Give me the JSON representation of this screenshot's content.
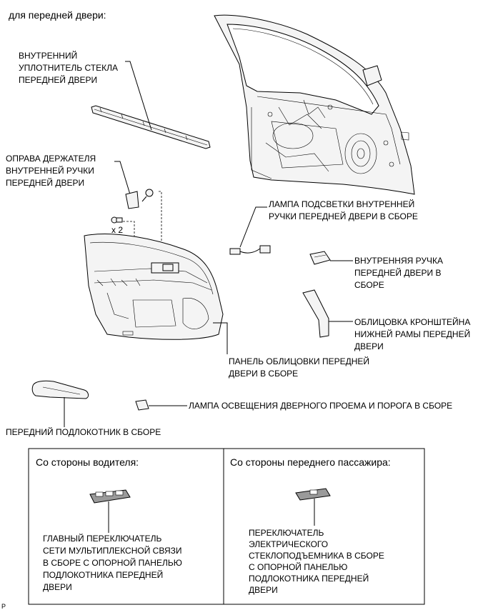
{
  "heading": "для передней двери:",
  "labels": {
    "glass_weatherstrip": [
      "ВНУТРЕННИЙ",
      "УПЛОТНИТЕЛЬ СТЕКЛА",
      "ПЕРЕДНЕЙ ДВЕРИ"
    ],
    "handle_bezel": [
      "ОПРАВА ДЕРЖАТЕЛЯ",
      "ВНУТРЕННЕЙ РУЧКИ",
      "ПЕРЕДНЕЙ ДВЕРИ"
    ],
    "clip_count": "x 2",
    "handle_lamp": [
      "ЛАМПА ПОДСВЕТКИ ВНУТРЕННЕЙ",
      "РУЧКИ ПЕРЕДНЕЙ ДВЕРИ В СБОРЕ"
    ],
    "inside_handle": [
      "ВНУТРЕННЯЯ РУЧКА",
      "ПЕРЕДНЕЙ ДВЕРИ В",
      "СБОРЕ"
    ],
    "bracket_garnish": [
      "ОБЛИЦОВКА КРОНШТЕЙНА",
      "НИЖНЕЙ РАМЫ ПЕРЕДНЕЙ",
      "ДВЕРИ"
    ],
    "trim_panel": [
      "ПАНЕЛЬ ОБЛИЦОВКИ ПЕРЕДНЕЙ",
      "ДВЕРИ В СБОРЕ"
    ],
    "courtesy_lamp": [
      "ЛАМПА ОСВЕЩЕНИЯ ДВЕРНОГО ПРОЕМА И ПОРОГА В СБОРЕ"
    ],
    "armrest": [
      "ПЕРЕДНИЙ ПОДЛОКОТНИК В СБОРЕ"
    ]
  },
  "table": {
    "driver_header": "Со стороны водителя:",
    "passenger_header": "Со стороны переднего пассажира:",
    "driver_switch": [
      "ГЛАВНЫЙ ПЕРЕКЛЮЧАТЕЛЬ",
      "СЕТИ МУЛЬТИПЛЕКСНОЙ СВЯЗИ",
      "В СБОРЕ С ОПОРНОЙ ПАНЕЛЬЮ",
      "ПОДЛОКОТНИКА ПЕРЕДНЕЙ",
      "ДВЕРИ"
    ],
    "passenger_switch": [
      "ПЕРЕКЛЮЧАТЕЛЬ",
      "ЭЛЕКТРИЧЕСКОГО",
      "СТЕКЛОПОДЪЕМНИКА В СБОРЕ",
      "С ОПОРНОЙ ПАНЕЛЬЮ",
      "ПОДЛОКОТНИКА ПЕРЕДНЕЙ",
      "ДВЕРИ"
    ]
  },
  "corner_mark": "P"
}
